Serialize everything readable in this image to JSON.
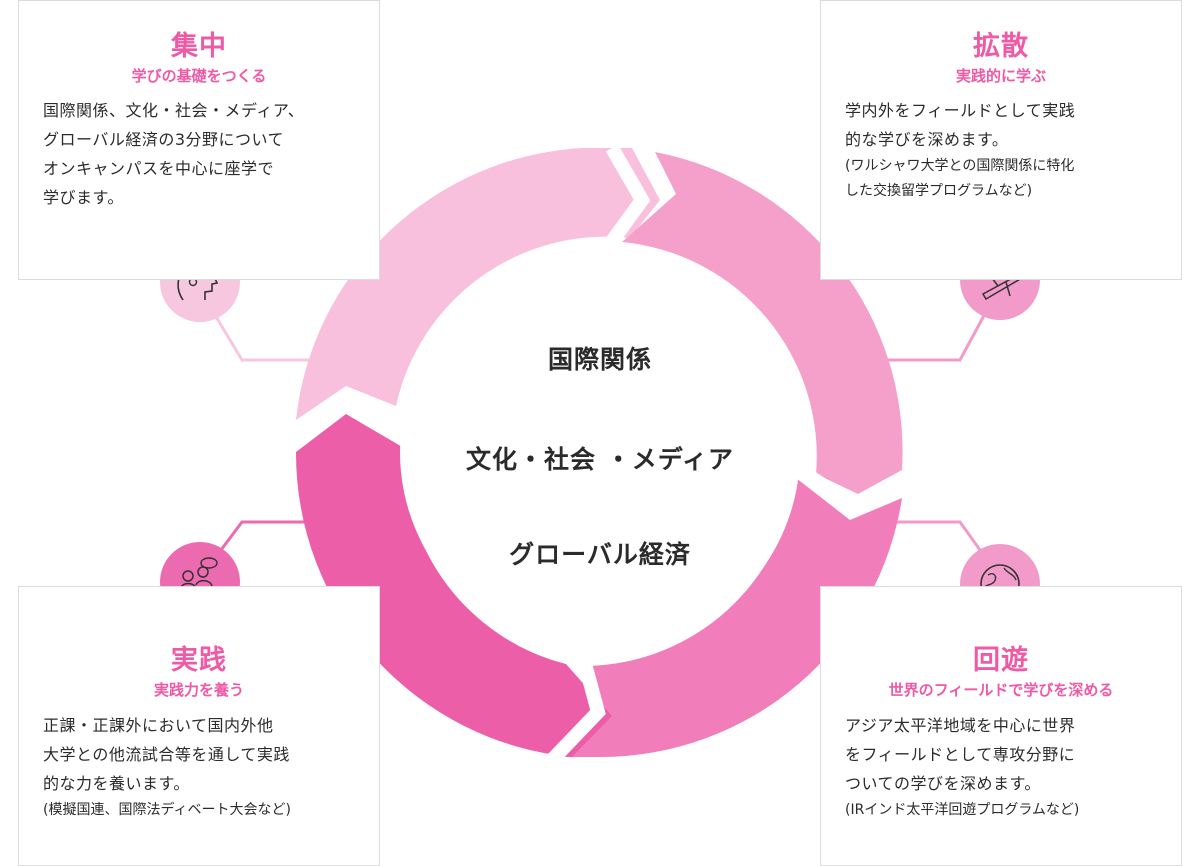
{
  "center": {
    "line1": "国際関係",
    "line2": "文化・社会 ・メディア",
    "line3": "グローバル経済"
  },
  "quadrants": {
    "focus": {
      "title": "集中",
      "subtitle": "学びの基礎をつくる",
      "body": [
        "国際関係、文化・社会・メディア、",
        "グローバル経済の3分野について",
        "オンキャンパスを中心に座学で",
        "学びます。"
      ],
      "note": "",
      "icon": "head-thought-icon"
    },
    "spread": {
      "title": "拡散",
      "subtitle": "実践的に学ぶ",
      "body": [
        "学内外をフィールドとして実践",
        "的な学びを深めます。"
      ],
      "note": [
        "(ワルシャワ大学との国際関係に特化",
        "した交換留学プログラムなど)"
      ],
      "icon": "graduation-plane-icon"
    },
    "practice": {
      "title": "実践",
      "subtitle": "実践力を養う",
      "body": [
        "正課・正課外において国内外他",
        "大学との他流試合等を通して実践",
        "的な力を養います。"
      ],
      "note": [
        "(模擬国連、国際法ディベート大会など)"
      ],
      "icon": "people-podium-icon"
    },
    "circulate": {
      "title": "回遊",
      "subtitle": "世界のフィールドで学びを深める",
      "body": [
        "アジア太平洋地域を中心に世界",
        "をフィールドとして専攻分野に",
        "ついての学びを深めます。"
      ],
      "note": [
        "(IRインド太平洋回遊プログラムなど)"
      ],
      "icon": "globe-icon"
    }
  },
  "colors": {
    "accent": "#ef5aa6",
    "arc_focus": "#f9c0dd",
    "arc_spread": "#f5a0cb",
    "arc_circulate": "#f27dbb",
    "arc_practice": "#ec5fa8",
    "icon_light": "#f7c6df",
    "icon_mid": "#f29ac9",
    "icon_dark": "#ec6aaf"
  }
}
